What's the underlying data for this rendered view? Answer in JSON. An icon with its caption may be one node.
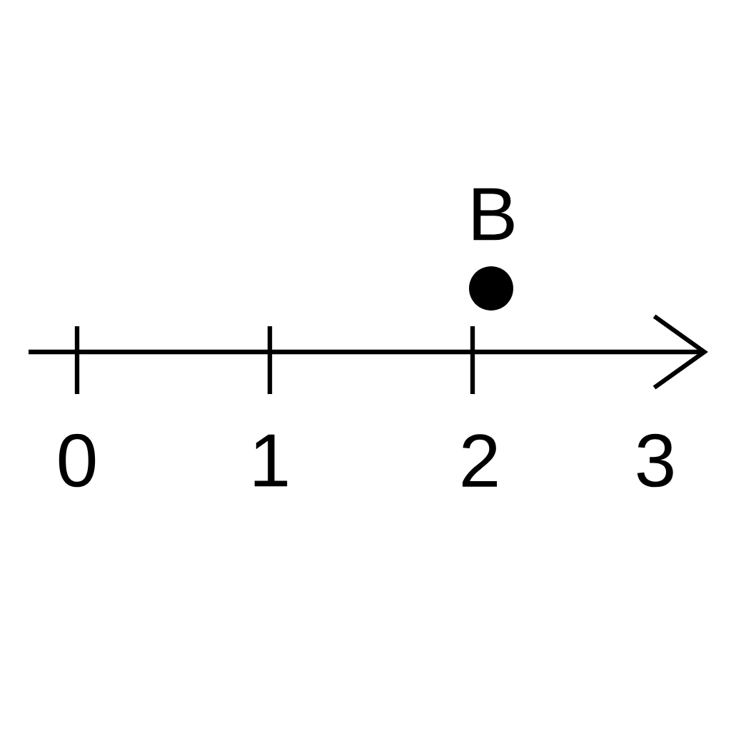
{
  "diagram": {
    "labels": [
      "B",
      "0",
      "1",
      "2",
      "3"
    ]
  }
}
